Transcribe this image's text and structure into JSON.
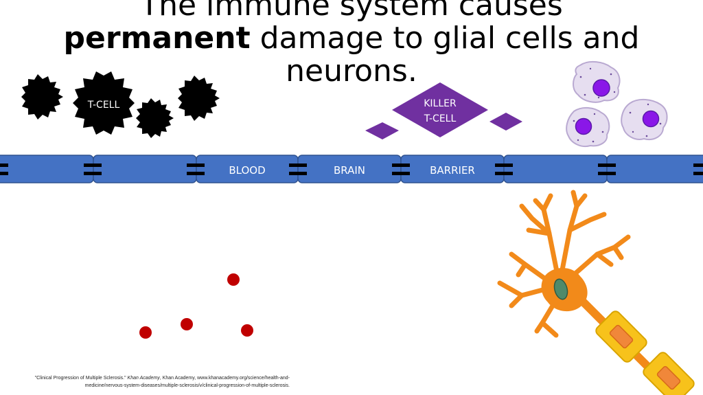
{
  "title": {
    "line1": "The immune system causes",
    "line2_bold": "permanent",
    "line2_rest": " damage to glial cells and",
    "line3": "neurons."
  },
  "labels": {
    "t_cell": "T-CELL",
    "killer_line1": "KILLER",
    "killer_line2": "T-CELL",
    "barrier_words": [
      "BLOOD",
      "BRAIN",
      "BARRIER"
    ]
  },
  "citation": {
    "pre": "\"Clinical Progression of Multiple Sclerosis.\" ",
    "source_italic": "Khan Academy",
    "post": ", Khan Academy, www.khanacademy.org/science/health-and-",
    "line2": "medicine/nervous-system-diseases/multiple-sclerosis/v/clinical-progression-of-multiple-sclerosis."
  },
  "colors": {
    "barrier": "#4472c4",
    "barrier_edge": "#2f528f",
    "t_cell": "#000000",
    "killer_t_cell": "#7030a0",
    "glia_body": "#e6def0",
    "glia_nucleus": "#8a17e8",
    "neuron": "#f28a1a",
    "neuron_nucleus": "#4f8a6a",
    "myelin": "#f7c21b",
    "debris": "#c00000"
  }
}
